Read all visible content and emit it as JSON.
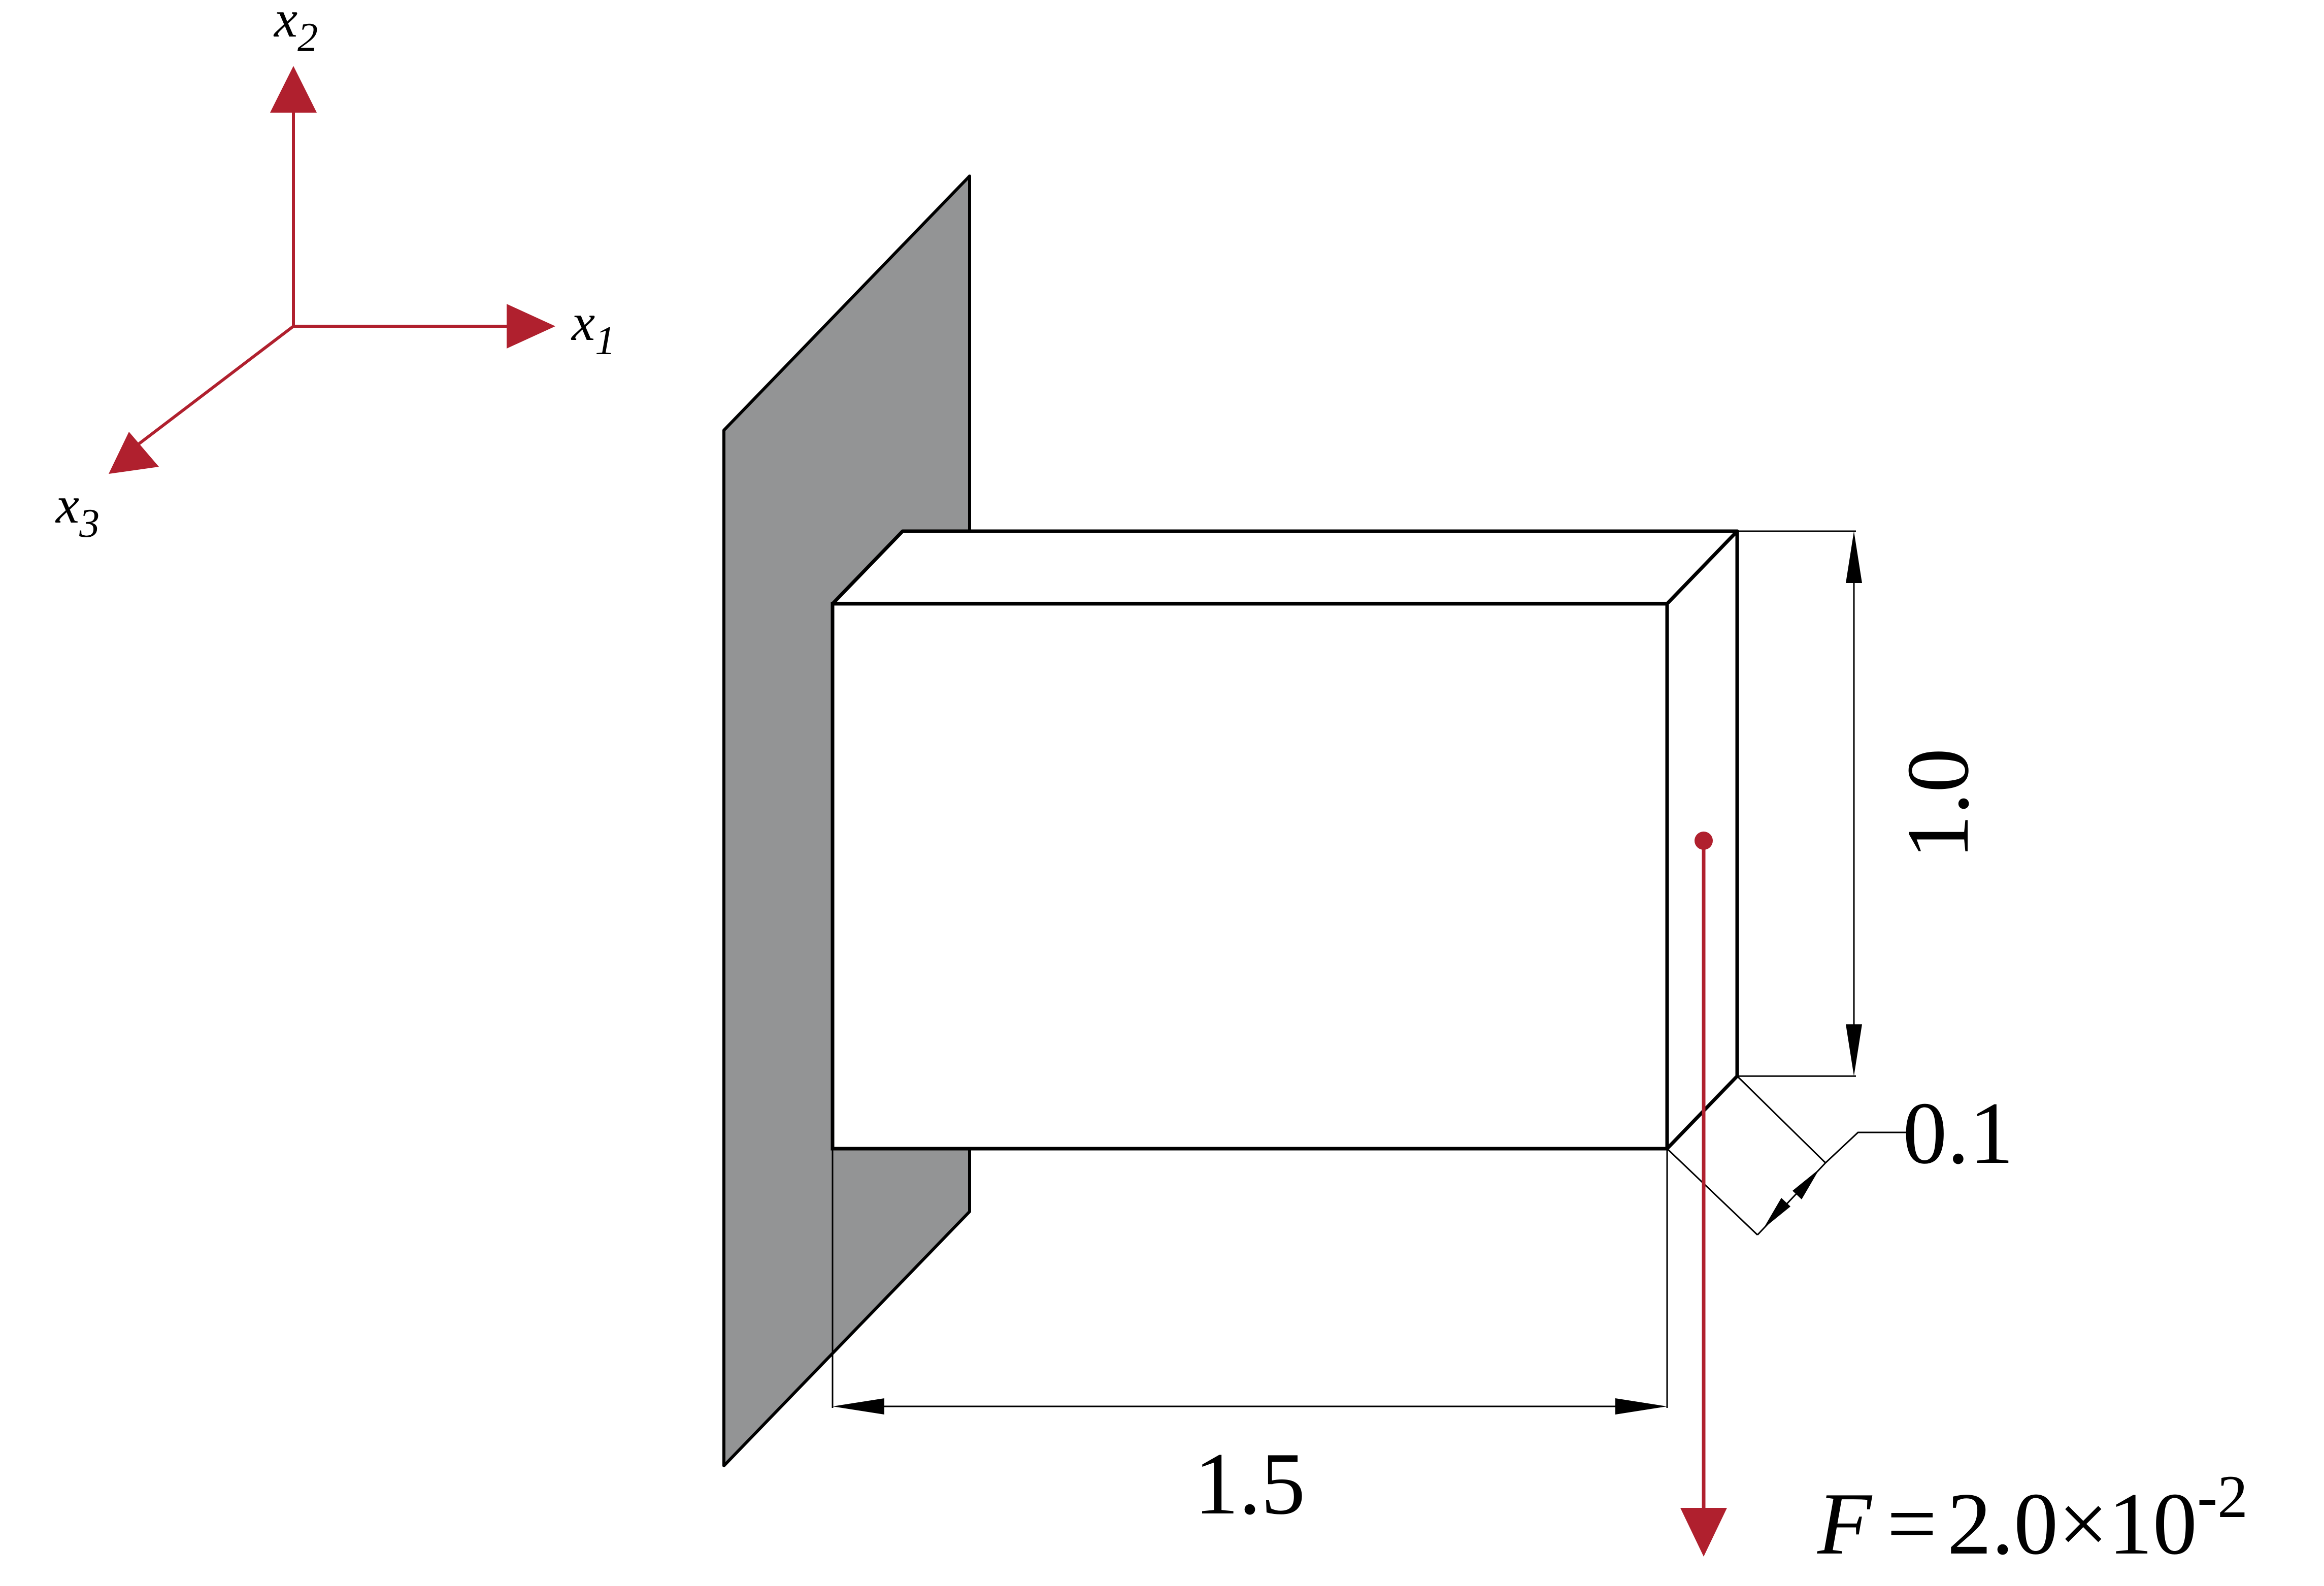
{
  "axes": {
    "x1": {
      "base": "x",
      "sub": "1"
    },
    "x2": {
      "base": "x",
      "sub": "2"
    },
    "x3": {
      "base": "x",
      "sub": "3"
    }
  },
  "dimensions": {
    "length": "1.5",
    "height": "1.0",
    "thickness": "0.1"
  },
  "force": {
    "symbol": "F",
    "equals": "=",
    "value": "2.0×10",
    "exponent": "-2"
  },
  "colors": {
    "accent": "#b0202e",
    "wall_fill": "#939495",
    "line": "#000000"
  }
}
